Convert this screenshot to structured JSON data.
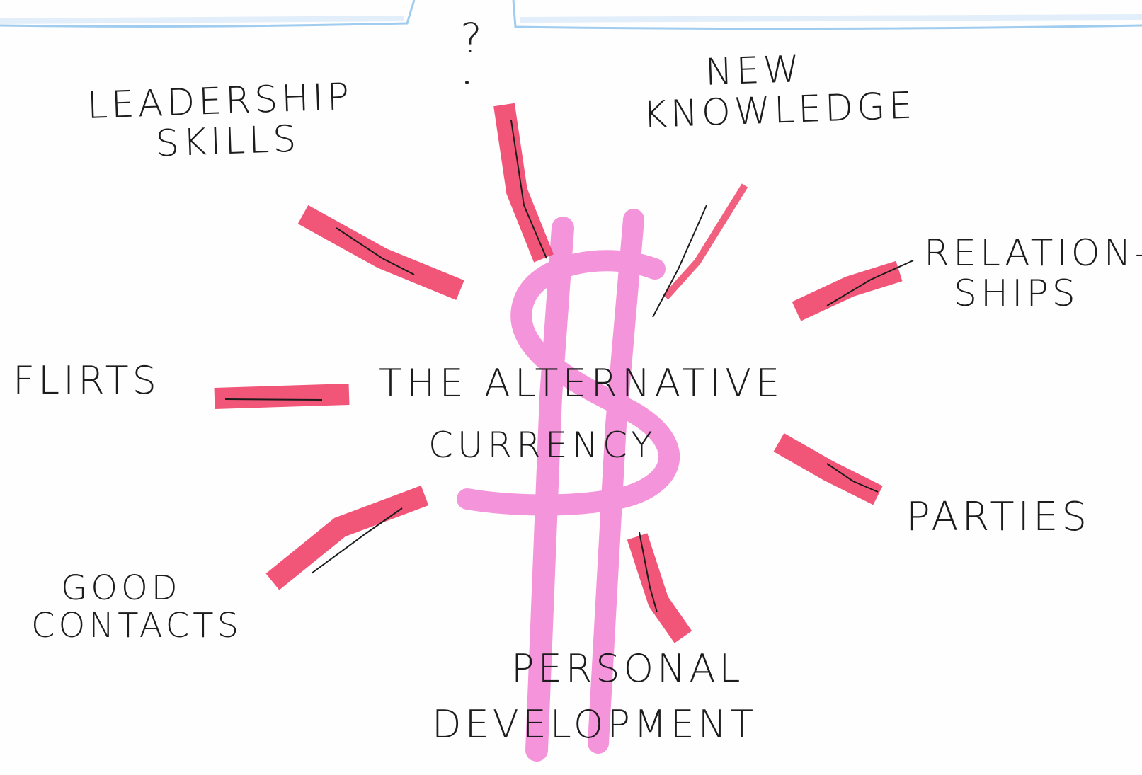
{
  "diagram": {
    "center": {
      "line1": "THE ALTERNATIVE",
      "line2": "CURRENCY",
      "symbol": "dollar-sign"
    },
    "question_mark": "?",
    "nodes": [
      {
        "id": "leadership",
        "line1": "LEADERSHIP",
        "line2": "SKILLS"
      },
      {
        "id": "knowledge",
        "line1": "NEW",
        "line2": "KNOWLEDGE"
      },
      {
        "id": "relationships",
        "line1": "RELATION-",
        "line2": "SHIPS"
      },
      {
        "id": "flirts",
        "line1": "FLIRTS",
        "line2": ""
      },
      {
        "id": "parties",
        "line1": "PARTIES",
        "line2": ""
      },
      {
        "id": "contacts",
        "line1": "GOOD",
        "line2": "CONTACTS"
      },
      {
        "id": "development",
        "line1": "PERSONAL",
        "line2": "DEVELOPMENT"
      }
    ],
    "colors": {
      "ray": "#f0446a",
      "ray_light": "#f7889f",
      "dollar": "#f37dd3",
      "ink": "#1c1c1c",
      "frame": "#8ec3ec"
    }
  }
}
